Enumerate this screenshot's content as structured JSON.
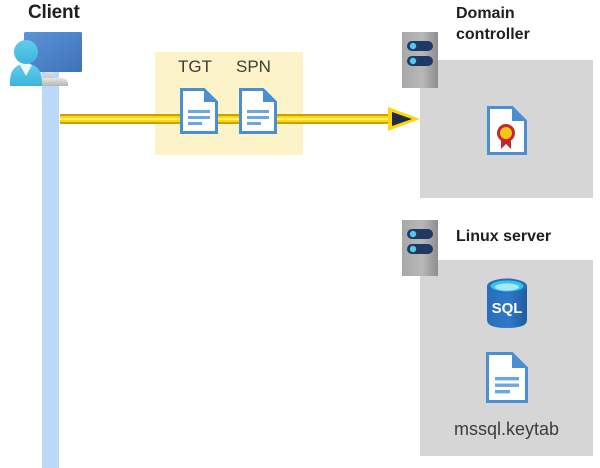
{
  "diagram": {
    "title_client": "Client",
    "colors": {
      "highlight_box": "#fdf3c8",
      "panel_gray": "#d6d6d6",
      "lifeline_blue": "#bcd8f7",
      "arrow_yellow": "#ffd60a",
      "arrow_outline": "#c8a200",
      "arrow_head": "#1f2a44",
      "doc_blue": "#4a8fd4",
      "sql_blue": "#2a6ebb",
      "cert_gold": "#f5c518",
      "cert_red": "#c9252d",
      "text_dark": "#1f1f1f",
      "text_gray": "#3c3c3c"
    }
  },
  "client": {
    "label": "Client",
    "icon": "client-monitor-user-icon",
    "lifeline": "client-lifeline"
  },
  "exchange": {
    "box_name": "ticket-exchange-highlight",
    "tokens": [
      {
        "label": "TGT",
        "icon": "document-icon"
      },
      {
        "label": "SPN",
        "icon": "document-icon"
      }
    ],
    "arrow": {
      "name": "request-arrow",
      "direction": "right"
    }
  },
  "domain_controller": {
    "title": "Domain controller",
    "title_line1": "Domain",
    "title_line2": "controller",
    "server_icon": "server-rack-icon",
    "contents": [
      {
        "name": "certificate-icon",
        "label": ""
      }
    ]
  },
  "linux_server": {
    "title": "Linux server",
    "server_icon": "server-rack-icon",
    "contents": [
      {
        "name": "sql-database-icon",
        "label": "SQL"
      },
      {
        "name": "keytab-document-icon",
        "label": "mssql.keytab"
      }
    ],
    "sql_label": "SQL",
    "keytab_label": "mssql.keytab"
  }
}
